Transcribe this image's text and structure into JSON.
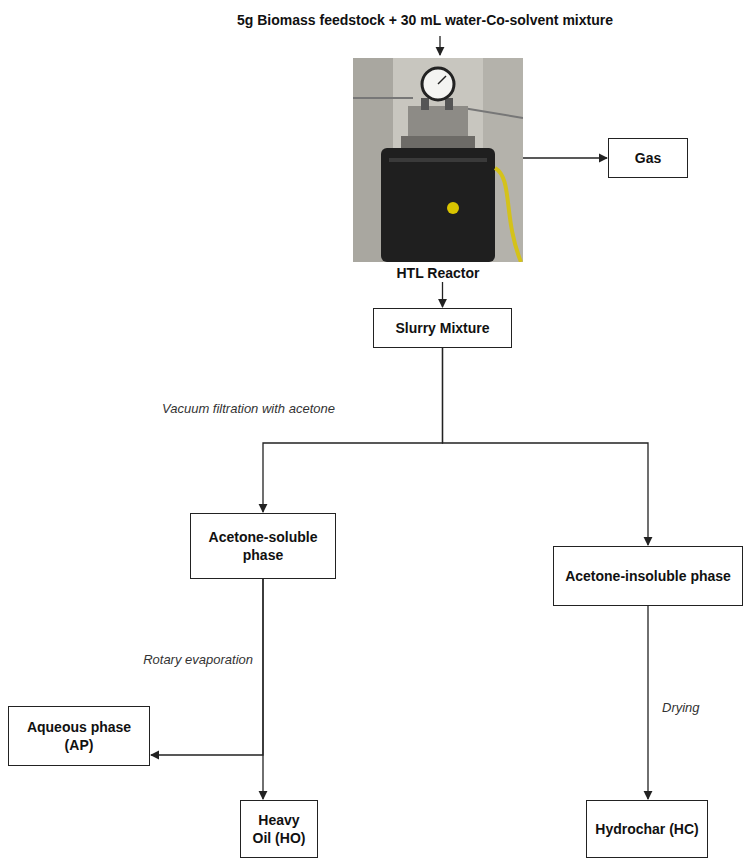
{
  "diagram": {
    "nodes": [
      {
        "text": [
          "HTL Reactor"
        ]
      },
      {
        "text": [
          "Gas"
        ]
      },
      {
        "text": [
          "Slurry Mixture"
        ]
      },
      {
        "text": [
          "Acetone-soluble phase"
        ]
      },
      {
        "text": [
          "Acetone-insoluble phase"
        ]
      },
      {
        "text": [
          "Aqueous phase (AP)"
        ]
      },
      {
        "text": [
          "Heavy Oil (HO)"
        ]
      },
      {
        "text": [
          "Hydrochar (HC)"
        ]
      }
    ],
    "edges": [
      {
        "from": 0,
        "to": 1,
        "arrow": "to"
      },
      {
        "from": 0,
        "to": 2,
        "arrow": "to"
      },
      {
        "from": 2,
        "to": 3,
        "label": "Vacuum filtration with acetone",
        "arrow": "to"
      },
      {
        "from": 2,
        "to": 4,
        "arrow": "to"
      },
      {
        "from": 3,
        "to": 5,
        "arrow": "to"
      },
      {
        "from": 3,
        "to": 6,
        "label": "Rotary evaporation",
        "arrow": "to"
      },
      {
        "from": 4,
        "to": 7,
        "label": "Drying",
        "arrow": "to"
      }
    ],
    "labels": [
      "5g Biomass feedstock + 30 mL water-Co-solvent mixture"
    ]
  }
}
